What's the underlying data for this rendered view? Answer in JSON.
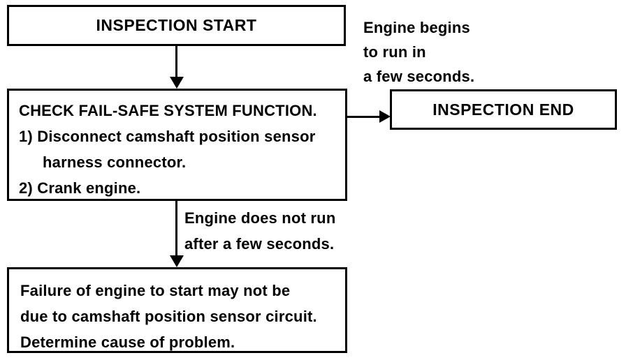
{
  "diagram": {
    "title": "Camshaft position sensor fail-safe inspection flowchart",
    "colors": {
      "ink": "#000000",
      "paper": "#ffffff"
    },
    "nodes": {
      "start": {
        "label": "INSPECTION START"
      },
      "check": {
        "title": "CHECK FAIL-SAFE SYSTEM FUNCTION.",
        "steps": [
          "1) Disconnect camshaft position sensor",
          "harness connector.",
          "2) Crank engine."
        ]
      },
      "end": {
        "label": "INSPECTION END"
      },
      "failure": {
        "lines": [
          "Failure of engine to start may not be",
          "due to camshaft position sensor circuit.",
          "Determine cause of problem."
        ]
      }
    },
    "edges": {
      "ok_label_lines": [
        "Engine begins",
        "to run in",
        "a few seconds."
      ],
      "fail_label_lines": [
        "Engine does not run",
        "after a few seconds."
      ]
    }
  }
}
